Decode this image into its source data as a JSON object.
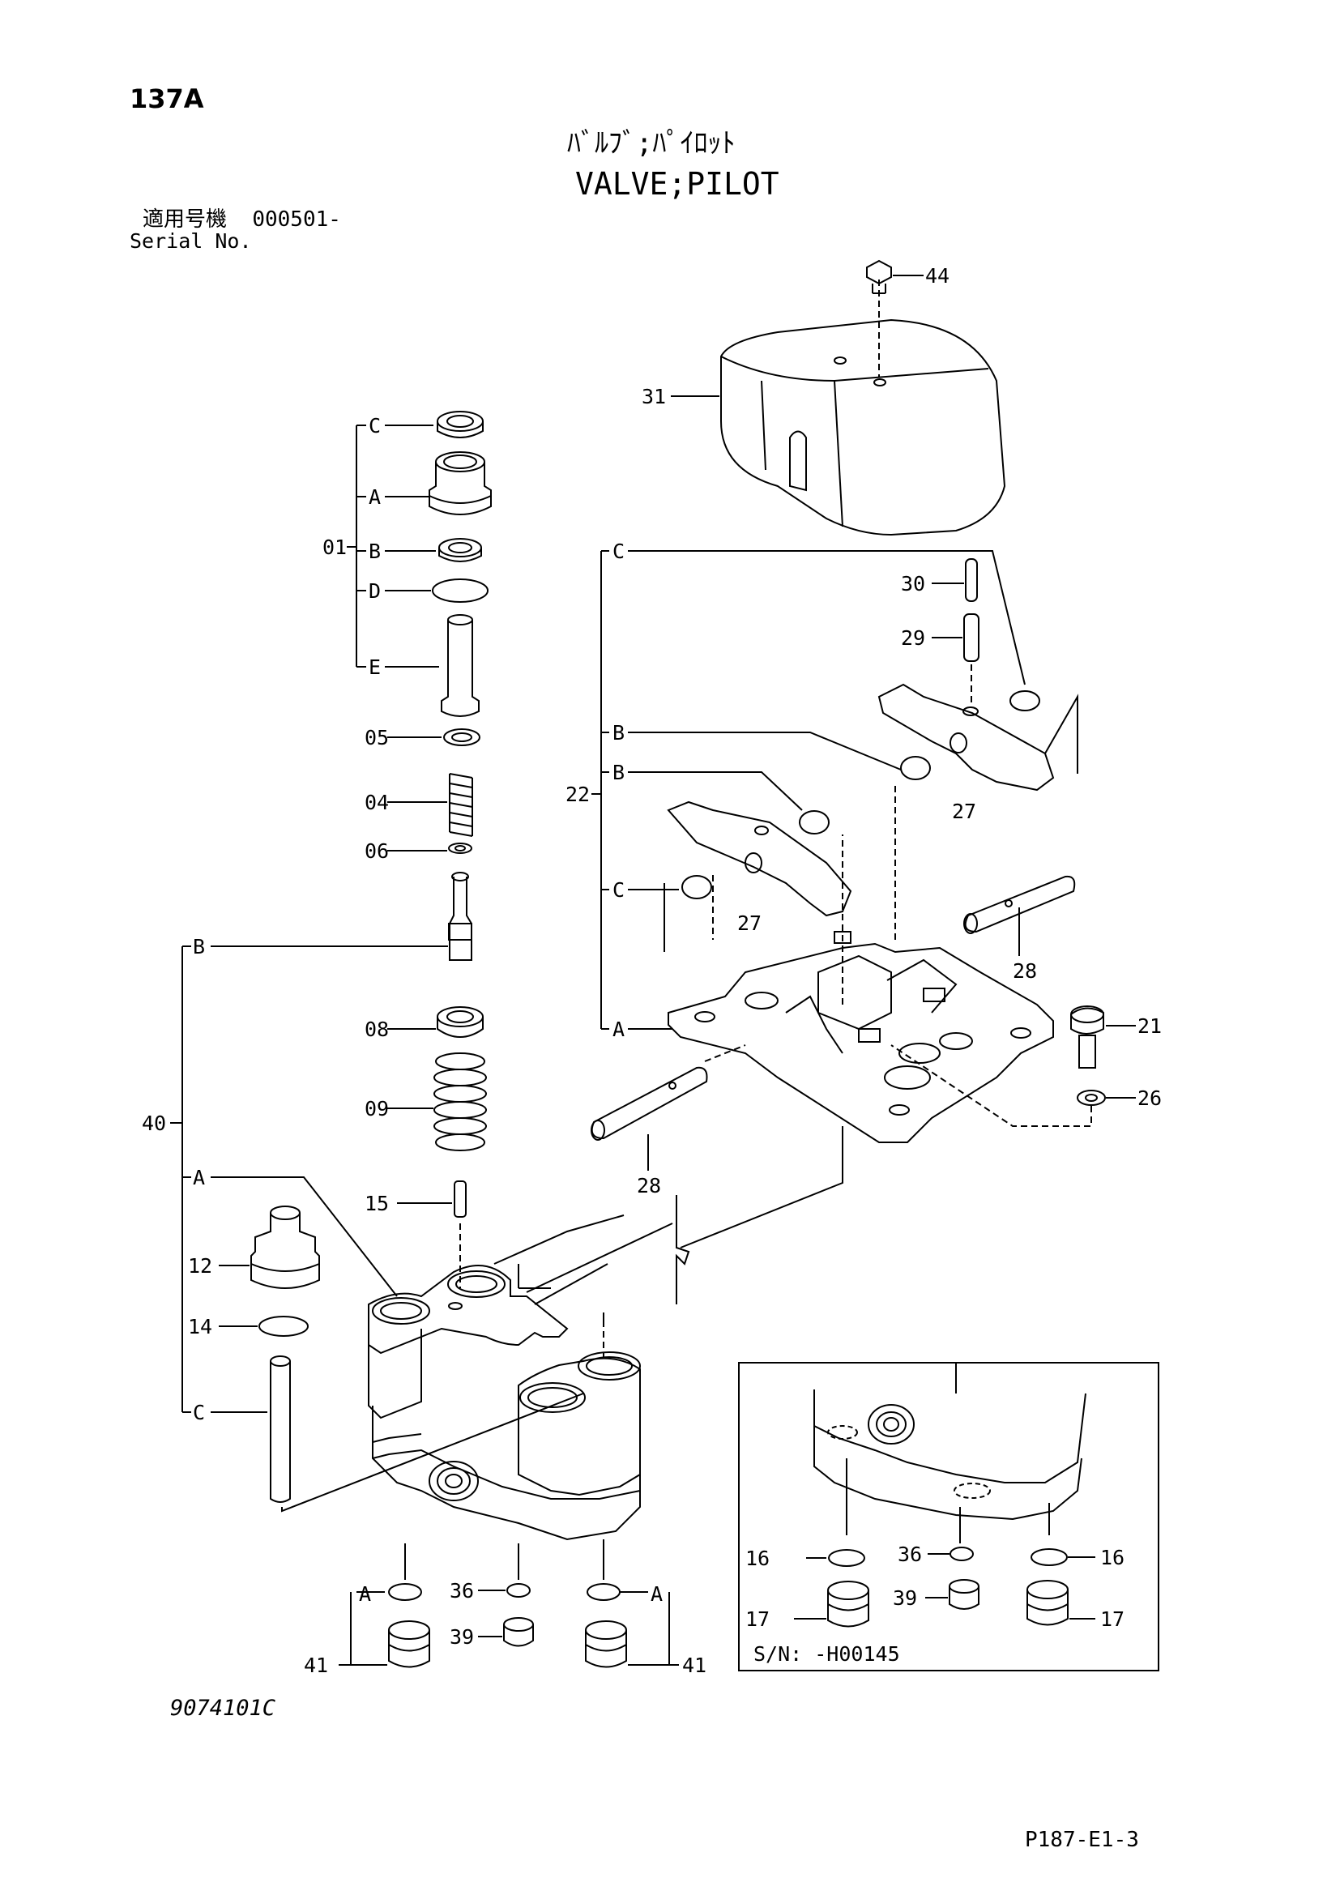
{
  "header": {
    "page_number": "137A",
    "title_jp": "ﾊﾞﾙﾌﾞ;ﾊﾟｲﾛｯﾄ",
    "title_en": "VALVE;PILOT",
    "serial_label_jp": "適用号機",
    "serial_value": "000501-",
    "serial_label_en": "Serial No."
  },
  "callouts": {
    "c44": "44",
    "c31": "31",
    "c30": "30",
    "c29": "29",
    "c27a": "27",
    "c27b": "27",
    "c22": "22",
    "c22_C1": "C",
    "c22_B1": "B",
    "c22_B2": "B",
    "c22_C2": "C",
    "c22_A": "A",
    "c28a": "28",
    "c28b": "28",
    "c21": "21",
    "c26": "26",
    "c01": "01",
    "c01_C": "C",
    "c01_A": "A",
    "c01_B": "B",
    "c01_D": "D",
    "c01_E": "E",
    "c05": "05",
    "c04": "04",
    "c06": "06",
    "c08": "08",
    "c09": "09",
    "c15": "15",
    "c40": "40",
    "c40_B": "B",
    "c40_A": "A",
    "c40_C": "C",
    "c12": "12",
    "c14": "14",
    "c36a": "36",
    "c39a": "39",
    "c41a": "41",
    "c41b": "41",
    "c41_A1": "A",
    "c41_A2": "A",
    "inset_c16a": "16",
    "inset_c16b": "16",
    "inset_c36": "36",
    "inset_c39": "39",
    "inset_c17a": "17",
    "inset_c17b": "17"
  },
  "inset": {
    "serial_note": "S/N: -H00145"
  },
  "footer": {
    "drawing_number": "9074101C",
    "page_code": "P187-E1-3"
  }
}
